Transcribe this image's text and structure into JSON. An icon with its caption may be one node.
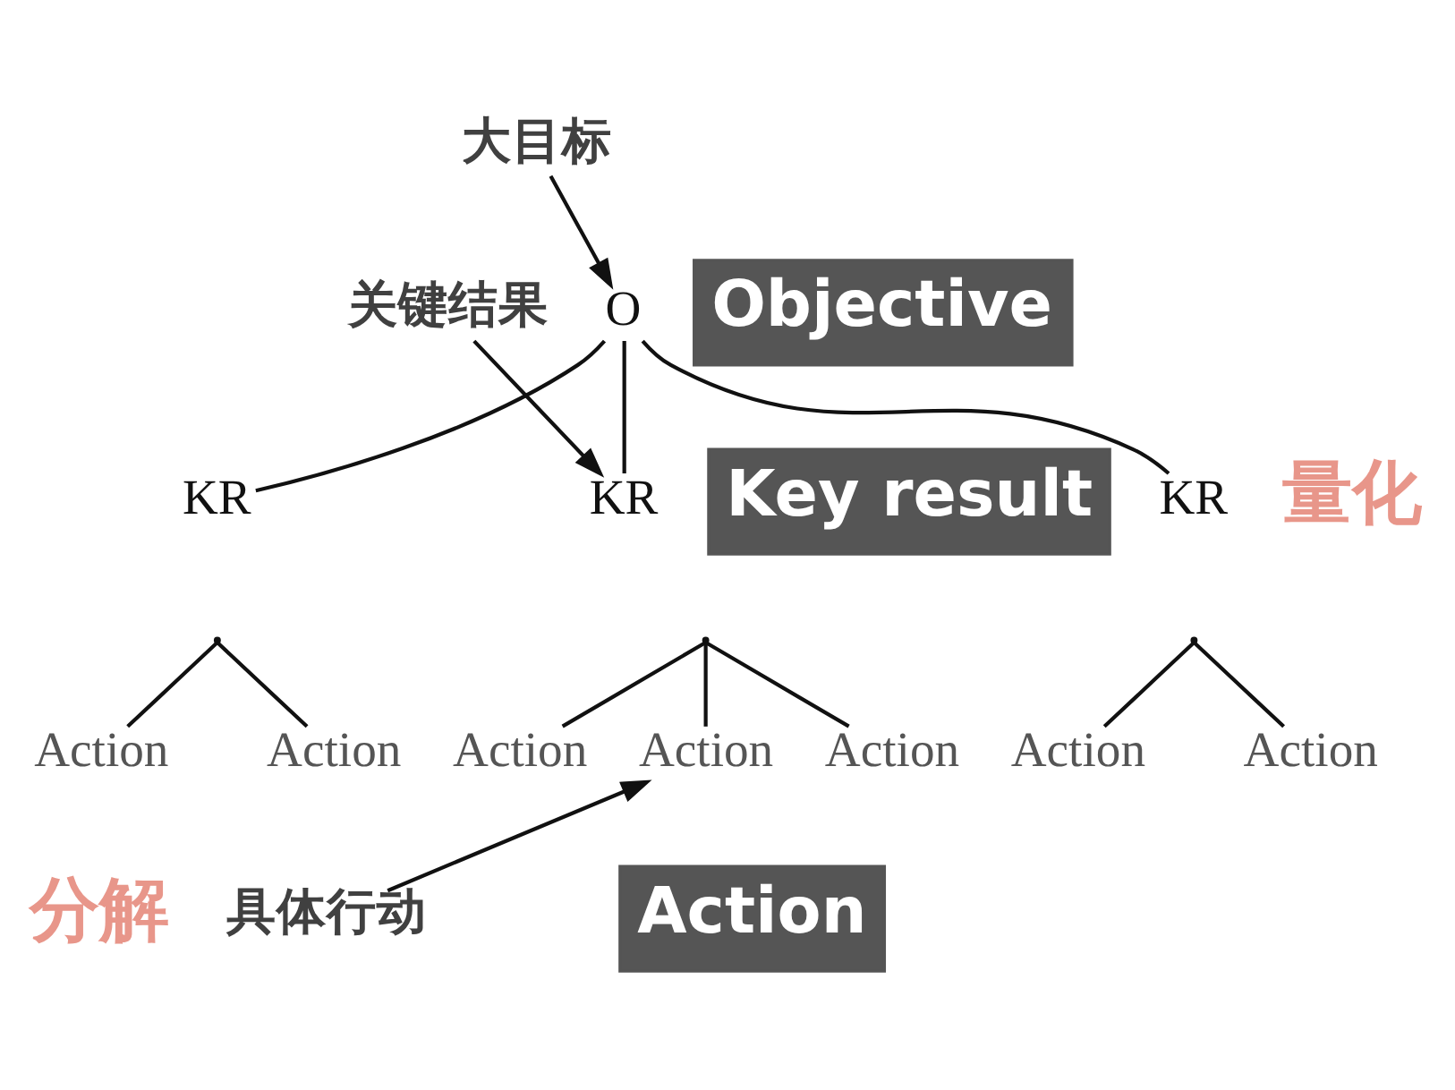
{
  "diagram": {
    "nodes": [
      {
        "text": [
          "大目标"
        ]
      },
      {
        "text": [
          "O"
        ]
      },
      {
        "text": [
          "Objective"
        ]
      },
      {
        "text": [
          "关键结果"
        ]
      },
      {
        "text": [
          "KR"
        ]
      },
      {
        "text": [
          "KR"
        ]
      },
      {
        "text": [
          "Key result"
        ]
      },
      {
        "text": [
          "KR"
        ]
      },
      {
        "text": [],
        "shape": "point"
      },
      {
        "text": [],
        "shape": "point"
      },
      {
        "text": [],
        "shape": "point"
      },
      {
        "text": [
          "Action"
        ]
      },
      {
        "text": [
          "Action"
        ]
      },
      {
        "text": [
          "Action"
        ]
      },
      {
        "text": [
          "Action"
        ]
      },
      {
        "text": [
          "Action"
        ]
      },
      {
        "text": [
          "Action"
        ]
      },
      {
        "text": [
          "Action"
        ]
      },
      {
        "text": [
          "具体行动"
        ]
      },
      {
        "text": [
          "Action"
        ]
      }
    ],
    "edges": [
      {
        "from": 0,
        "to": 1,
        "arrow": "to"
      },
      {
        "from": 1,
        "to": 4,
        "arrow": "none"
      },
      {
        "from": 1,
        "to": 5,
        "arrow": "none"
      },
      {
        "from": 1,
        "to": 7,
        "arrow": "none"
      },
      {
        "from": 3,
        "to": 5,
        "arrow": "to"
      },
      {
        "from": 8,
        "to": 11,
        "arrow": "none"
      },
      {
        "from": 8,
        "to": 12,
        "arrow": "none"
      },
      {
        "from": 9,
        "to": 13,
        "arrow": "none"
      },
      {
        "from": 9,
        "to": 14,
        "arrow": "none"
      },
      {
        "from": 9,
        "to": 15,
        "arrow": "none"
      },
      {
        "from": 10,
        "to": 16,
        "arrow": "none"
      },
      {
        "from": 10,
        "to": 17,
        "arrow": "none"
      },
      {
        "from": 18,
        "to": 14,
        "arrow": "to"
      }
    ],
    "labels": [
      "量化",
      "分解"
    ]
  }
}
